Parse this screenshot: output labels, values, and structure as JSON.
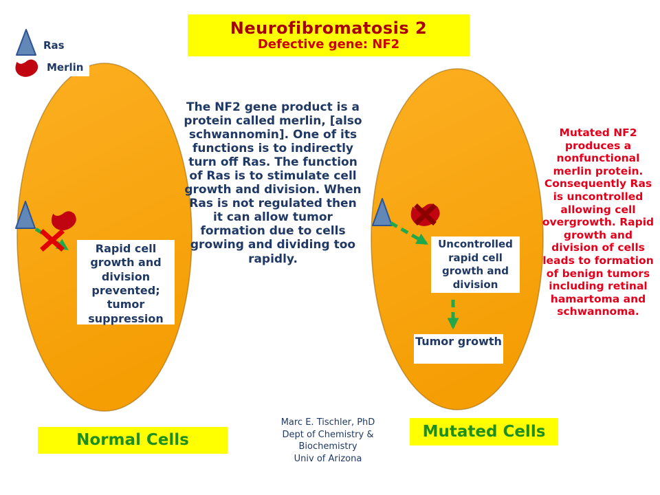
{
  "title": {
    "line1": "Neurofibromatosis 2",
    "line2": "Defective gene: NF2"
  },
  "legend": {
    "ras_label": "Ras",
    "merlin_label": "Merlin"
  },
  "explanations": {
    "normal_text": "The NF2 gene product is a protein called merlin, [also schwannomin]. One of its functions is to indirectly turn off Ras. The function of Ras is to stimulate cell growth and division. When Ras is not regulated then it can allow tumor formation due to cells growing and dividing too rapidly.",
    "mutated_text": "Mutated NF2 produces a nonfunctional merlin protein. Consequently Ras is uncontrolled allowing cell overgrowth. Rapid growth and division of cells leads to formation of benign tumors including retinal hamartoma and schwannoma."
  },
  "normal_cell": {
    "result_box": "Rapid cell growth and division prevented; tumor suppression",
    "label": "Normal Cells"
  },
  "mutated_cell": {
    "result_box": "Uncontrolled rapid cell growth and division",
    "tumor_box": "Tumor growth",
    "label": "Mutated Cells"
  },
  "credit": {
    "line1": "Marc E. Tischler, PhD",
    "line2": "Dept of Chemistry &",
    "line3": "Biochemistry",
    "line4": "Univ of Arizona"
  },
  "colors": {
    "banner_yellow": "#FFFF00",
    "title_dark_red": "#A80000",
    "title_red": "#CC0000",
    "navy": "#1F3864",
    "red_text": "#E3001B",
    "cell_orange_light": "#FCAF21",
    "cell_orange_deep": "#F59E04",
    "cell_rim": "#8A5A00",
    "ras_blue": "#6288B8",
    "ras_blue_edge": "#2F5496",
    "merlin_red": "#C00511",
    "arrow_green": "#22A84B",
    "x_red": "#E10000",
    "x_dark": "#8B0000",
    "green_label": "#1E8E1E"
  },
  "icons": {
    "ras_icon": "triangle",
    "merlin_icon": "blob",
    "blocked_icon": "red-x",
    "arrow_icon": "green-dashed-arrow"
  }
}
